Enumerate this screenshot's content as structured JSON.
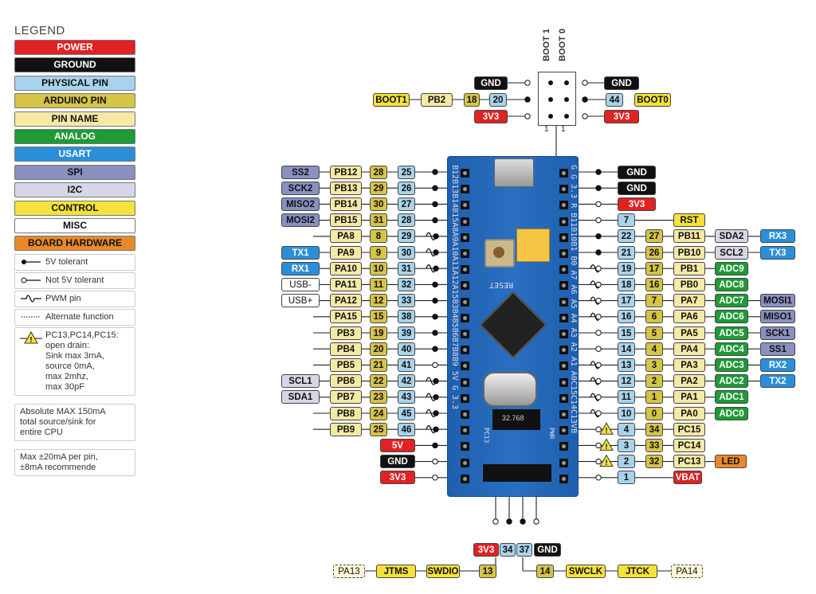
{
  "legend": {
    "title": "LEGEND",
    "items": [
      {
        "label": "POWER",
        "bg": "#e02222",
        "fg": "#fff"
      },
      {
        "label": "GROUND",
        "bg": "#111111",
        "fg": "#fff"
      },
      {
        "label": "PHYSICAL PIN",
        "bg": "#a7d3ec",
        "fg": "#111"
      },
      {
        "label": "ARDUINO PIN",
        "bg": "#d6c447",
        "fg": "#111"
      },
      {
        "label": "PIN NAME",
        "bg": "#f5e9a4",
        "fg": "#111"
      },
      {
        "label": "ANALOG",
        "bg": "#1e9a36",
        "fg": "#fff"
      },
      {
        "label": "USART",
        "bg": "#2a8fd8",
        "fg": "#fff"
      },
      {
        "label": "SPI",
        "bg": "#8a90c0",
        "fg": "#111"
      },
      {
        "label": "I2C",
        "bg": "#d6d6e6",
        "fg": "#111"
      },
      {
        "label": "CONTROL",
        "bg": "#f4e23a",
        "fg": "#111"
      },
      {
        "label": "MISC",
        "bg": "#ffffff",
        "fg": "#111"
      },
      {
        "label": "BOARD HARDWARE",
        "bg": "#e88a2a",
        "fg": "#111"
      }
    ],
    "sym_5v": "5V tolerant",
    "sym_not5v": "Not 5V tolerant",
    "sym_pwm": "PWM pin",
    "sym_alt": "Alternate function",
    "note_od": [
      "PC13,PC14,PC15:",
      "open drain:",
      "Sink max 3mA,",
      "source 0mA,",
      "max 2mhz,",
      "max 30pF"
    ],
    "msg_cpu": [
      "Absolute MAX 150mA",
      "total source/sink for",
      "entire CPU"
    ],
    "msg_pin": [
      "Max ±20mA per pin,",
      "±8mA recommende"
    ]
  },
  "left_rows": [
    {
      "ex": "SS2",
      "exc": "spi",
      "name": "PB12",
      "ard": "28",
      "phy": "25",
      "dot": "filled"
    },
    {
      "ex": "SCK2",
      "exc": "spi",
      "name": "PB13",
      "ard": "29",
      "phy": "26",
      "dot": "filled"
    },
    {
      "ex": "MISO2",
      "exc": "spi",
      "name": "PB14",
      "ard": "30",
      "phy": "27",
      "dot": "filled"
    },
    {
      "ex": "MOSI2",
      "exc": "spi",
      "name": "PB15",
      "ard": "31",
      "phy": "28",
      "dot": "filled"
    },
    {
      "ex": "",
      "exc": "",
      "name": "PA8",
      "ard": "8",
      "phy": "29",
      "dot": "pwm"
    },
    {
      "ex": "TX1",
      "exc": "usart",
      "name": "PA9",
      "ard": "9",
      "phy": "30",
      "dot": "pwm"
    },
    {
      "ex": "RX1",
      "exc": "usart",
      "name": "PA10",
      "ard": "10",
      "phy": "31",
      "dot": "pwm"
    },
    {
      "ex": "USB-",
      "exc": "misc",
      "name": "PA11",
      "ard": "11",
      "phy": "32",
      "dot": "filled"
    },
    {
      "ex": "USB+",
      "exc": "misc",
      "name": "PA12",
      "ard": "12",
      "phy": "33",
      "dot": "filled"
    },
    {
      "ex": "",
      "exc": "",
      "name": "PA15",
      "ard": "15",
      "phy": "38",
      "dot": "filled"
    },
    {
      "ex": "",
      "exc": "",
      "name": "PB3",
      "ard": "19",
      "phy": "39",
      "dot": "filled"
    },
    {
      "ex": "",
      "exc": "",
      "name": "PB4",
      "ard": "20",
      "phy": "40",
      "dot": "filled"
    },
    {
      "ex": "",
      "exc": "",
      "name": "PB5",
      "ard": "21",
      "phy": "41",
      "dot": "open"
    },
    {
      "ex": "SCL1",
      "exc": "i2c",
      "name": "PB6",
      "ard": "22",
      "phy": "42",
      "dot": "pwm"
    },
    {
      "ex": "SDA1",
      "exc": "i2c",
      "name": "PB7",
      "ard": "23",
      "phy": "43",
      "dot": "pwm"
    },
    {
      "ex": "",
      "exc": "",
      "name": "PB8",
      "ard": "24",
      "phy": "45",
      "dot": "pwm"
    },
    {
      "ex": "",
      "exc": "",
      "name": "PB9",
      "ard": "25",
      "phy": "46",
      "dot": "pwm"
    }
  ],
  "left_power": [
    {
      "label": "5V",
      "kind": "power",
      "dot": "filled"
    },
    {
      "label": "GND",
      "kind": "ground",
      "dot": "open"
    },
    {
      "label": "3V3",
      "kind": "power",
      "dot": "open"
    }
  ],
  "right_rows": [
    {
      "phy": "",
      "ard": "",
      "name": "GND",
      "ex1": "",
      "ex1c": "",
      "ex2": "",
      "ex2c": "",
      "dot": "filled",
      "kind": "ground"
    },
    {
      "phy": "",
      "ard": "",
      "name": "GND",
      "ex1": "",
      "ex1c": "",
      "ex2": "",
      "ex2c": "",
      "dot": "filled",
      "kind": "ground"
    },
    {
      "phy": "",
      "ard": "",
      "name": "3V3",
      "ex1": "",
      "ex1c": "",
      "ex2": "",
      "ex2c": "",
      "dot": "open",
      "kind": "power"
    },
    {
      "phy": "7",
      "ard": "",
      "name": "RST",
      "ex1": "",
      "ex1c": "",
      "ex2": "",
      "ex2c": "",
      "dot": "open",
      "kind": "control"
    },
    {
      "phy": "22",
      "ard": "27",
      "name": "PB11",
      "ex1": "SDA2",
      "ex1c": "i2c",
      "ex2": "RX3",
      "ex2c": "usart",
      "dot": "filled",
      "kind": ""
    },
    {
      "phy": "21",
      "ard": "26",
      "name": "PB10",
      "ex1": "SCL2",
      "ex1c": "i2c",
      "ex2": "TX3",
      "ex2c": "usart",
      "dot": "filled",
      "kind": ""
    },
    {
      "phy": "19",
      "ard": "17",
      "name": "PB1",
      "ex1": "ADC9",
      "ex1c": "analog",
      "ex2": "",
      "ex2c": "",
      "dot": "pwm",
      "kind": ""
    },
    {
      "phy": "18",
      "ard": "16",
      "name": "PB0",
      "ex1": "ADC8",
      "ex1c": "analog",
      "ex2": "",
      "ex2c": "",
      "dot": "pwm",
      "kind": ""
    },
    {
      "phy": "17",
      "ard": "7",
      "name": "PA7",
      "ex1": "ADC7",
      "ex1c": "analog",
      "ex2": "MOSI1",
      "ex2c": "spi",
      "dot": "pwm",
      "kind": ""
    },
    {
      "phy": "16",
      "ard": "6",
      "name": "PA6",
      "ex1": "ADC6",
      "ex1c": "analog",
      "ex2": "MISO1",
      "ex2c": "spi",
      "dot": "pwm",
      "kind": ""
    },
    {
      "phy": "15",
      "ard": "5",
      "name": "PA5",
      "ex1": "ADC5",
      "ex1c": "analog",
      "ex2": "SCK1",
      "ex2c": "spi",
      "dot": "open",
      "kind": ""
    },
    {
      "phy": "14",
      "ard": "4",
      "name": "PA4",
      "ex1": "ADC4",
      "ex1c": "analog",
      "ex2": "SS1",
      "ex2c": "spi",
      "dot": "open",
      "kind": ""
    },
    {
      "phy": "13",
      "ard": "3",
      "name": "PA3",
      "ex1": "ADC3",
      "ex1c": "analog",
      "ex2": "RX2",
      "ex2c": "usart",
      "dot": "pwm",
      "kind": ""
    },
    {
      "phy": "12",
      "ard": "2",
      "name": "PA2",
      "ex1": "ADC2",
      "ex1c": "analog",
      "ex2": "TX2",
      "ex2c": "usart",
      "dot": "pwm",
      "kind": ""
    },
    {
      "phy": "11",
      "ard": "1",
      "name": "PA1",
      "ex1": "ADC1",
      "ex1c": "analog",
      "ex2": "",
      "ex2c": "",
      "dot": "pwm",
      "kind": ""
    },
    {
      "phy": "10",
      "ard": "0",
      "name": "PA0",
      "ex1": "ADC0",
      "ex1c": "analog",
      "ex2": "",
      "ex2c": "",
      "dot": "pwm",
      "kind": ""
    },
    {
      "phy": "4",
      "ard": "34",
      "name": "PC15",
      "ex1": "",
      "ex1c": "",
      "ex2": "",
      "ex2c": "",
      "dot": "warn",
      "kind": ""
    },
    {
      "phy": "3",
      "ard": "33",
      "name": "PC14",
      "ex1": "",
      "ex1c": "",
      "ex2": "",
      "ex2c": "",
      "dot": "warn",
      "kind": ""
    },
    {
      "phy": "2",
      "ard": "32",
      "name": "PC13",
      "ex1": "LED",
      "ex1c": "hw",
      "ex2": "",
      "ex2c": "",
      "dot": "warn",
      "kind": ""
    },
    {
      "phy": "1",
      "ard": "",
      "name": "VBAT",
      "ex1": "",
      "ex1c": "",
      "ex2": "",
      "ex2c": "",
      "dot": "open",
      "kind": "power"
    }
  ],
  "boot": {
    "label_boot1": "BOOT 1",
    "label_boot0": "BOOT 0",
    "left": [
      {
        "labels": [
          {
            "t": "GND",
            "c": "ground"
          }
        ]
      },
      {
        "labels": [
          {
            "t": "BOOT1",
            "c": "control"
          },
          {
            "t": "PB2",
            "c": "name"
          },
          {
            "t": "18",
            "c": "ard"
          },
          {
            "t": "20",
            "c": "phy"
          }
        ]
      },
      {
        "labels": [
          {
            "t": "3V3",
            "c": "power"
          }
        ]
      }
    ],
    "right": [
      {
        "labels": [
          {
            "t": "GND",
            "c": "ground"
          }
        ]
      },
      {
        "labels": [
          {
            "t": "44",
            "c": "phy"
          },
          {
            "t": "BOOT0",
            "c": "control"
          }
        ]
      },
      {
        "labels": [
          {
            "t": "3V3",
            "c": "power"
          }
        ]
      }
    ],
    "one_left": "1",
    "one_right": "1"
  },
  "swd": {
    "top": [
      {
        "t": "3V3",
        "c": "power"
      },
      {
        "t": "34",
        "c": "phy"
      },
      {
        "t": "37",
        "c": "phy"
      },
      {
        "t": "GND",
        "c": "ground"
      }
    ],
    "left": [
      {
        "t": "PA13",
        "c": "dash"
      },
      {
        "t": "JTMS",
        "c": "control"
      },
      {
        "t": "SWDIO",
        "c": "control"
      },
      {
        "t": "13",
        "c": "ard"
      }
    ],
    "right": [
      {
        "t": "14",
        "c": "ard"
      },
      {
        "t": "SWCLK",
        "c": "control"
      },
      {
        "t": "JTCK",
        "c": "control"
      },
      {
        "t": "PA14",
        "c": "dash"
      }
    ]
  },
  "board": {
    "left_silk": "B12B13B14B15A8A9A10A11A12A15B3B4B5B6B7B8B9 5V G 3.3",
    "right_silk": "G G 3.3 R B11B10B1 B0 A7 A6 A5 A4 A3 A2 A1 A0C15C14C13VB",
    "reset_label": "RESET",
    "reg_label": "32.768",
    "pc13_label": "PC13",
    "pwr_label": "PWR"
  }
}
